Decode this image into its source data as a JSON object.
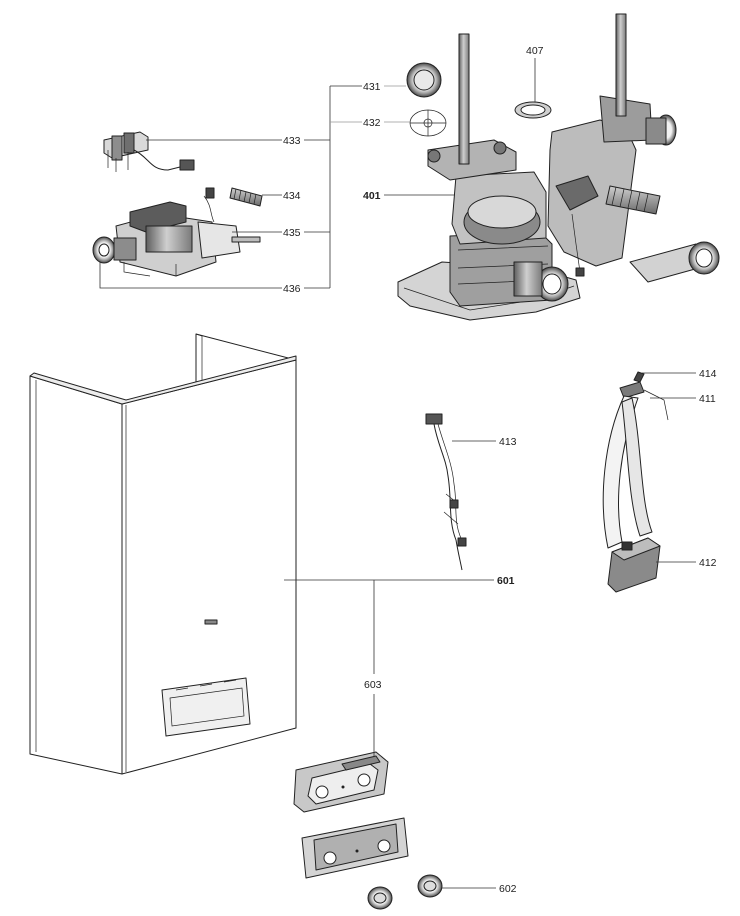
{
  "callouts": {
    "c431": "431",
    "c432": "432",
    "c433": "433",
    "c434": "434",
    "c435": "435",
    "c436": "436",
    "c401": "401",
    "c407": "407",
    "c414": "414",
    "c411": "411",
    "c412": "412",
    "c413": "413",
    "c601": "601",
    "c603": "603",
    "c602": "602"
  },
  "colors": {
    "line": "#222222",
    "leader_light": "#999999",
    "metal_dark": "#6e6e6e",
    "metal_mid": "#a9a9a9",
    "metal_light": "#d6d6d6",
    "casing_fill": "#ffffff"
  }
}
